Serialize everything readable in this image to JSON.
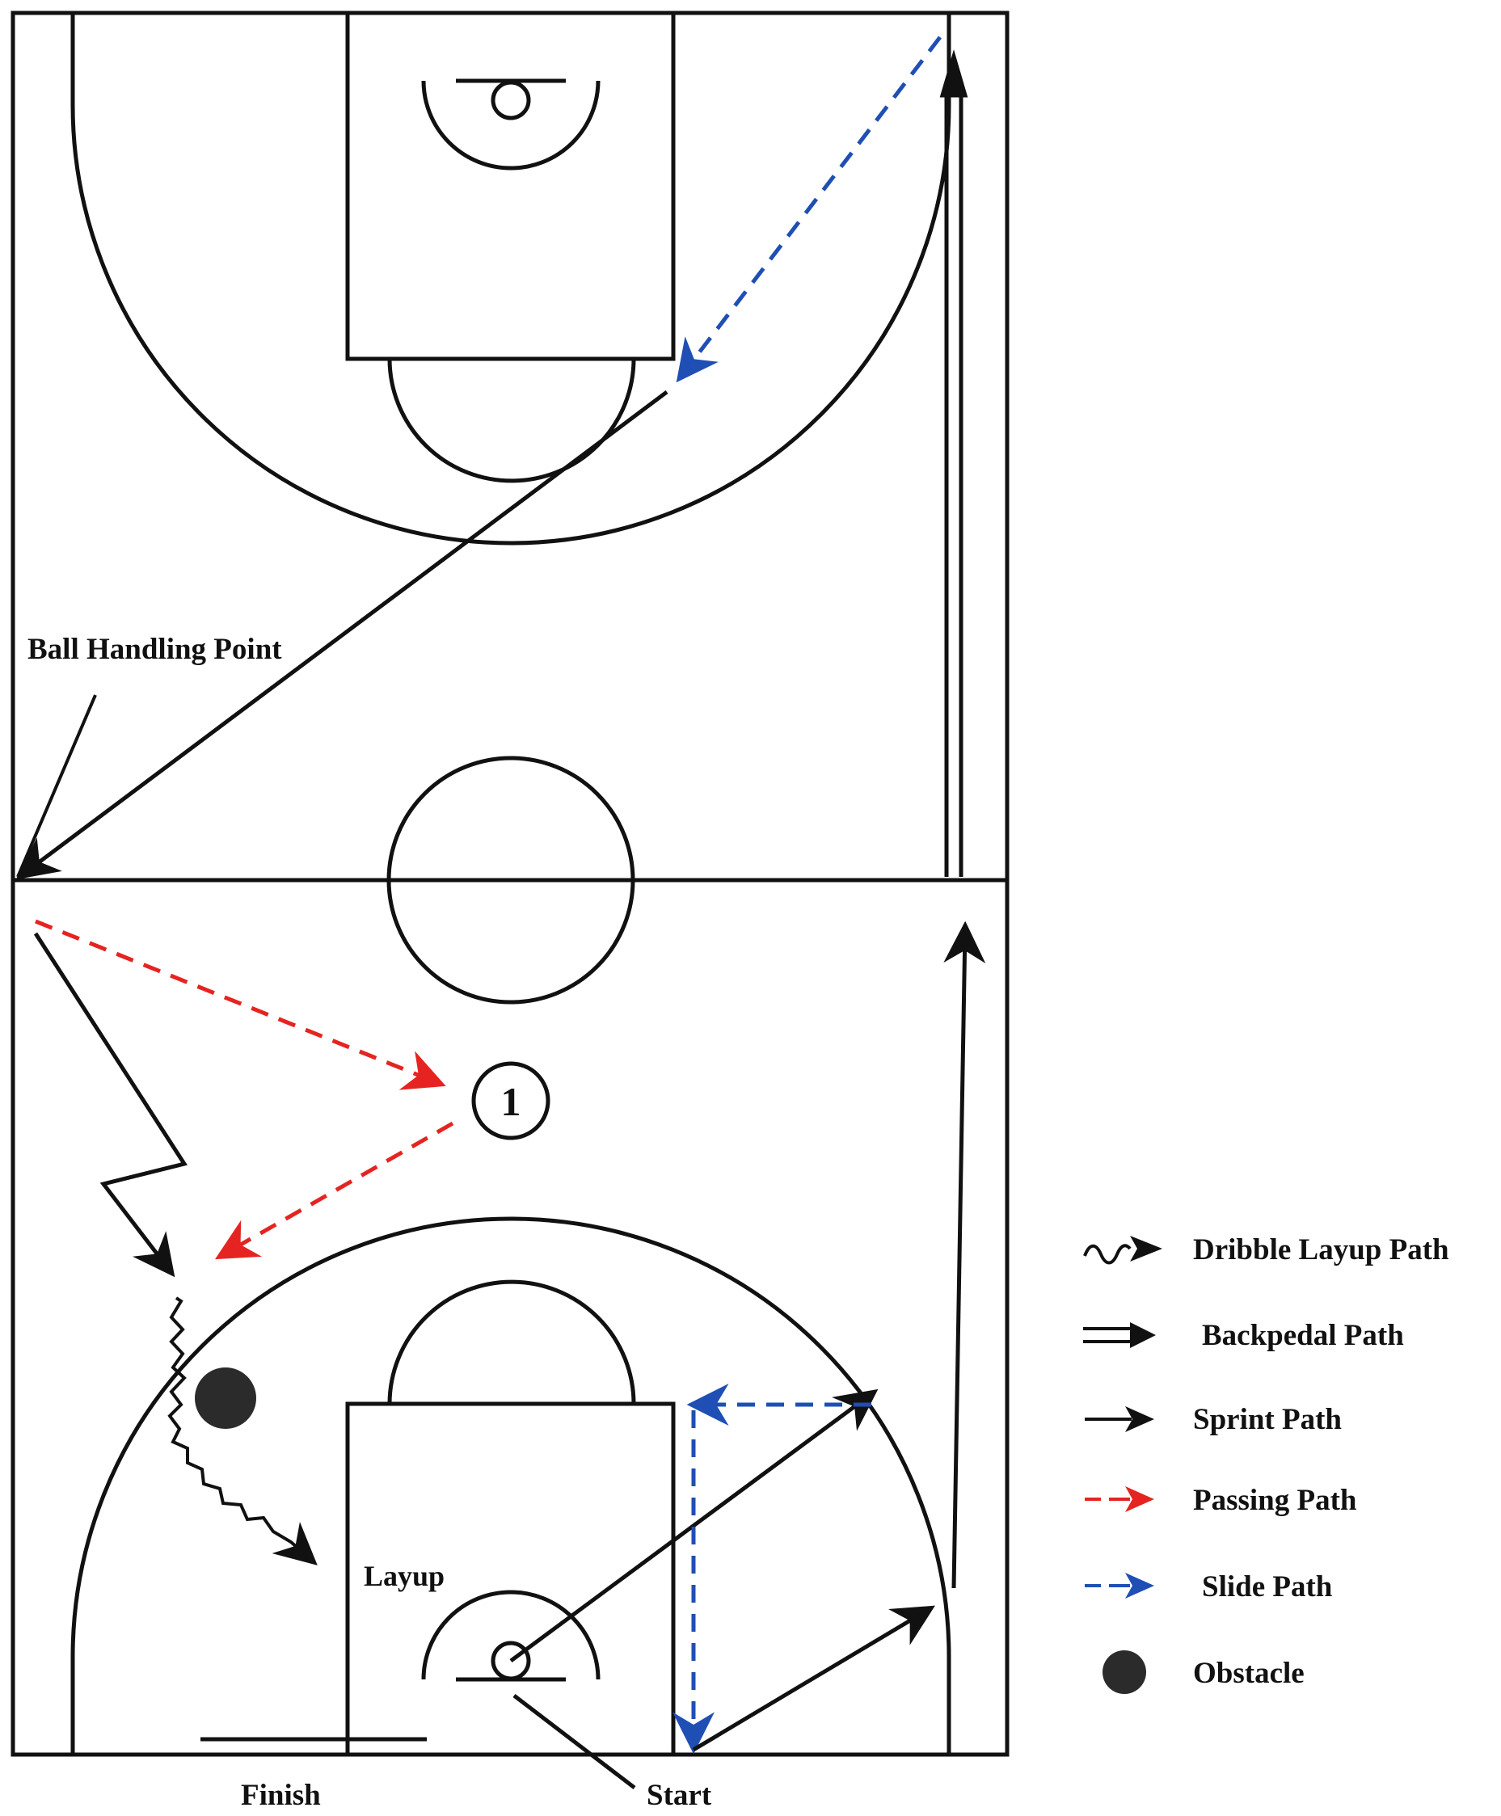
{
  "labels": {
    "ball_handling_point": "Ball Handling Point",
    "layup": "Layup",
    "finish": "Finish",
    "start": "Start",
    "player_number": "1"
  },
  "legend": [
    {
      "key": "dribble",
      "label": "Dribble Layup Path"
    },
    {
      "key": "backpedal",
      "label": "Backpedal Path"
    },
    {
      "key": "sprint",
      "label": "Sprint Path"
    },
    {
      "key": "passing",
      "label": "Passing Path"
    },
    {
      "key": "slide",
      "label": "Slide Path"
    },
    {
      "key": "obstacle",
      "label": "Obstacle"
    }
  ],
  "colors": {
    "line": "#111111",
    "sprint": "#111111",
    "passing": "#e52421",
    "slide": "#1f4fb4",
    "obstacle": "#2b2b2b"
  }
}
